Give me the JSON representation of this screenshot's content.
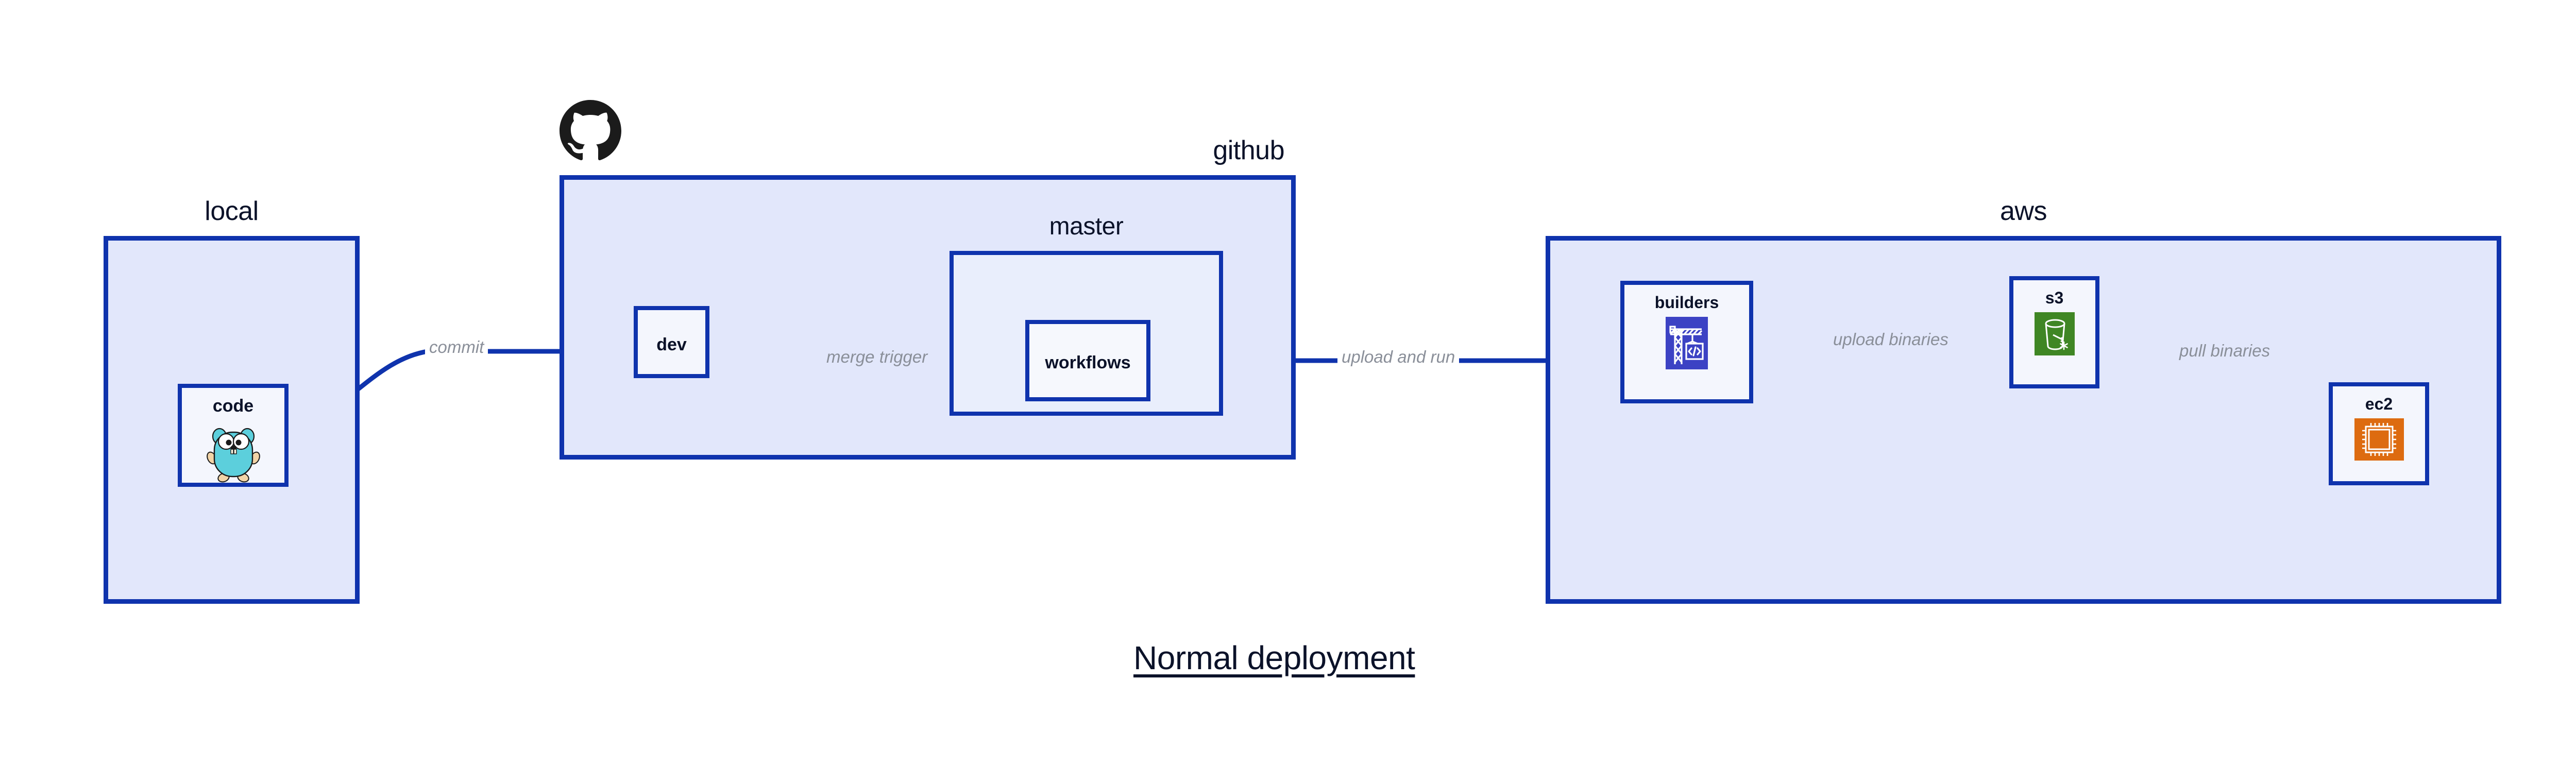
{
  "diagram": {
    "title": "Normal deployment",
    "accent_border": "#0f33ad",
    "group_fill": "#e2e7fb",
    "node_fill": "#e9eefc",
    "label_color": "#0b1229",
    "edge_label_color": "#8a8f99",
    "background": "#ffffff"
  },
  "groups": [
    {
      "id": "local",
      "label": "local",
      "label_align": "center"
    },
    {
      "id": "github",
      "label": "github",
      "label_align": "right"
    },
    {
      "id": "aws",
      "label": "aws",
      "label_align": "center"
    }
  ],
  "subgroups": [
    {
      "id": "master",
      "label": "master",
      "parent": "github"
    }
  ],
  "nodes": [
    {
      "id": "code",
      "label": "code",
      "parent": "local",
      "icon": "go-gopher-icon"
    },
    {
      "id": "dev",
      "label": "dev",
      "parent": "github",
      "icon": null
    },
    {
      "id": "workflows",
      "label": "workflows",
      "parent": "master",
      "icon": null
    },
    {
      "id": "builders",
      "label": "builders",
      "parent": "aws",
      "icon": "aws-codebuild-icon",
      "icon_color": "#3c42c4"
    },
    {
      "id": "s3",
      "label": "s3",
      "parent": "aws",
      "icon": "aws-s3-bucket-icon",
      "icon_color": "#3f8624"
    },
    {
      "id": "ec2",
      "label": "ec2",
      "parent": "aws",
      "icon": "aws-ec2-chip-icon",
      "icon_color": "#dd6b10"
    }
  ],
  "edges": [
    {
      "id": "commit",
      "label": "commit",
      "from": "code",
      "to": "dev",
      "style": "curved"
    },
    {
      "id": "merge-trigger",
      "label": "merge trigger",
      "from": "dev",
      "to": "workflows",
      "style": "straight"
    },
    {
      "id": "upload-and-run",
      "label": "upload and run",
      "from": "workflows",
      "to": "builders",
      "style": "straight"
    },
    {
      "id": "upload-binaries",
      "label": "upload binaries",
      "from": "builders",
      "to": "s3",
      "style": "straight"
    },
    {
      "id": "pull-binaries",
      "label": "pull binaries",
      "from": "s3",
      "to": "ec2",
      "style": "curved"
    }
  ],
  "logos": [
    {
      "id": "github-octocat",
      "name": "github-octocat-logo",
      "color": "#1b1b1b"
    }
  ]
}
